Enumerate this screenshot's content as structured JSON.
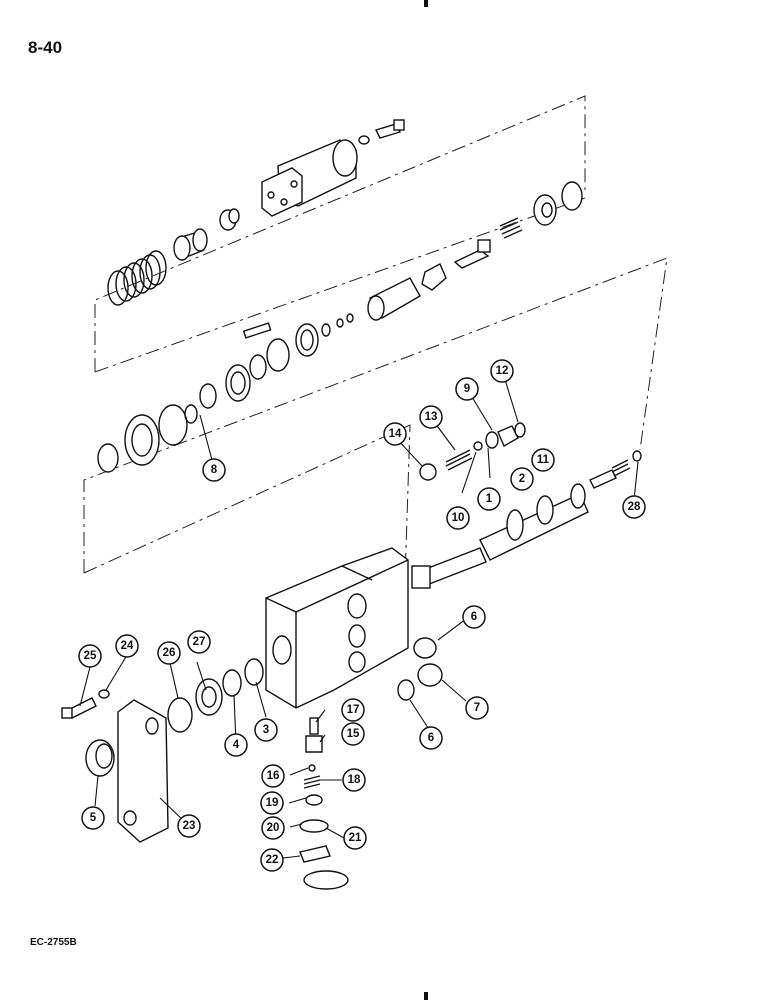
{
  "page": {
    "number": "8-40",
    "figure_code": "EC-2755B"
  },
  "callouts": [
    {
      "id": "1",
      "label": "1"
    },
    {
      "id": "2",
      "label": "2"
    },
    {
      "id": "3",
      "label": "3"
    },
    {
      "id": "4",
      "label": "4"
    },
    {
      "id": "5",
      "label": "5"
    },
    {
      "id": "6a",
      "label": "6"
    },
    {
      "id": "6b",
      "label": "6"
    },
    {
      "id": "7",
      "label": "7"
    },
    {
      "id": "8",
      "label": "8"
    },
    {
      "id": "9",
      "label": "9"
    },
    {
      "id": "10",
      "label": "10"
    },
    {
      "id": "11",
      "label": "11"
    },
    {
      "id": "12",
      "label": "12"
    },
    {
      "id": "13",
      "label": "13"
    },
    {
      "id": "14",
      "label": "14"
    },
    {
      "id": "15",
      "label": "15"
    },
    {
      "id": "16",
      "label": "16"
    },
    {
      "id": "17",
      "label": "17"
    },
    {
      "id": "18",
      "label": "18"
    },
    {
      "id": "19",
      "label": "19"
    },
    {
      "id": "20",
      "label": "20"
    },
    {
      "id": "21",
      "label": "21"
    },
    {
      "id": "22",
      "label": "22"
    },
    {
      "id": "23",
      "label": "23"
    },
    {
      "id": "24",
      "label": "24"
    },
    {
      "id": "25",
      "label": "25"
    },
    {
      "id": "26",
      "label": "26"
    },
    {
      "id": "27",
      "label": "27"
    },
    {
      "id": "28",
      "label": "28"
    }
  ]
}
